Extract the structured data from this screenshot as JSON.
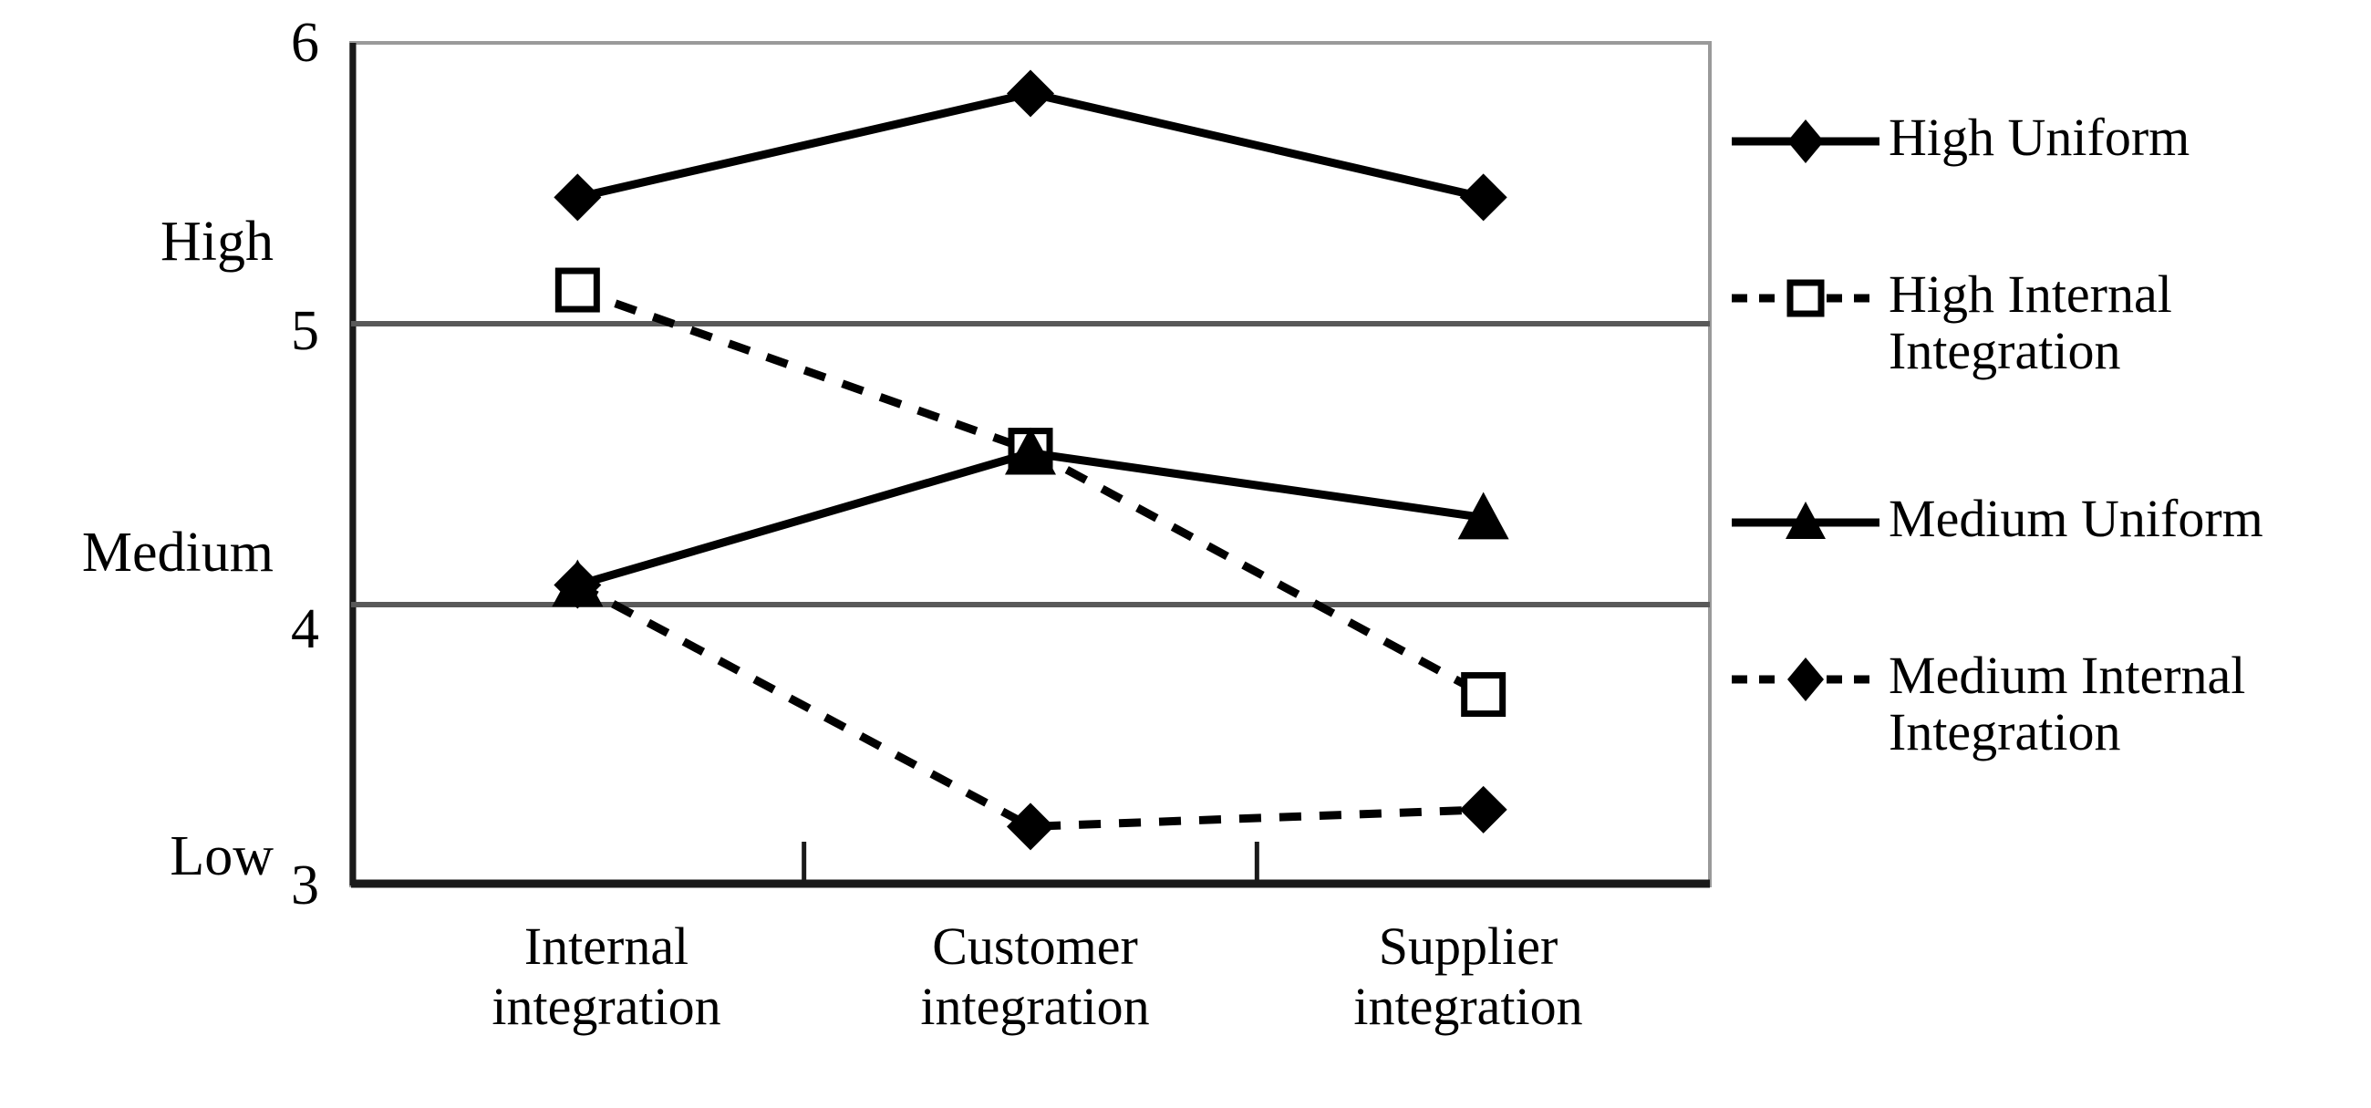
{
  "chart_data": {
    "type": "line",
    "title": "",
    "subtitle": "",
    "xlabel": "",
    "ylabel": "",
    "categories": [
      "Internal integration",
      "Customer integration",
      "Supplier integration"
    ],
    "category_lines": [
      [
        "Internal",
        "integration"
      ],
      [
        "Customer",
        "integration"
      ],
      [
        "Supplier",
        "integration"
      ]
    ],
    "ylim": [
      3,
      6
    ],
    "yticks": [
      3,
      4,
      5,
      6
    ],
    "ytick_labels": [
      "3",
      "4",
      "5",
      "6"
    ],
    "y_word_labels": [
      {
        "text": "Low",
        "value": 3.1
      },
      {
        "text": "Medium",
        "value": 4.28
      },
      {
        "text": "High",
        "value": 5.3
      }
    ],
    "grid": "horizontal",
    "legend_position": "right",
    "series": [
      {
        "name": "High Uniform",
        "label_lines": [
          "High Uniform"
        ],
        "line_style": "solid",
        "marker": "filled-diamond",
        "color": "#000000",
        "values": [
          5.45,
          5.82,
          5.45
        ]
      },
      {
        "name": "High Internal Integration",
        "label_lines": [
          "High Internal",
          "Integration"
        ],
        "line_style": "dashed",
        "marker": "open-square",
        "color": "#000000",
        "values": [
          5.12,
          4.55,
          3.68
        ]
      },
      {
        "name": "Medium Uniform",
        "label_lines": [
          "Medium Uniform"
        ],
        "line_style": "solid",
        "marker": "filled-triangle",
        "color": "#000000",
        "values": [
          4.07,
          4.54,
          4.31
        ]
      },
      {
        "name": "Medium Internal Integration",
        "label_lines": [
          "Medium Internal",
          "Integration"
        ],
        "line_style": "dashed",
        "marker": "filled-diamond",
        "color": "#000000",
        "values": [
          4.07,
          3.21,
          3.27
        ]
      }
    ]
  },
  "axis": {
    "y_words": [
      "High",
      "Medium",
      "Low"
    ],
    "y_numbers": [
      "6",
      "5",
      "4",
      "3"
    ]
  },
  "legend": {
    "entries": [
      {
        "label": "High Uniform"
      },
      {
        "label": "High Internal\nIntegration"
      },
      {
        "label": "Medium Uniform"
      },
      {
        "label": "Medium Internal\nIntegration"
      }
    ]
  },
  "colors": {
    "ink": "#000000",
    "grid": "#595959",
    "frame": "#9a9a9a",
    "background": "#ffffff"
  }
}
